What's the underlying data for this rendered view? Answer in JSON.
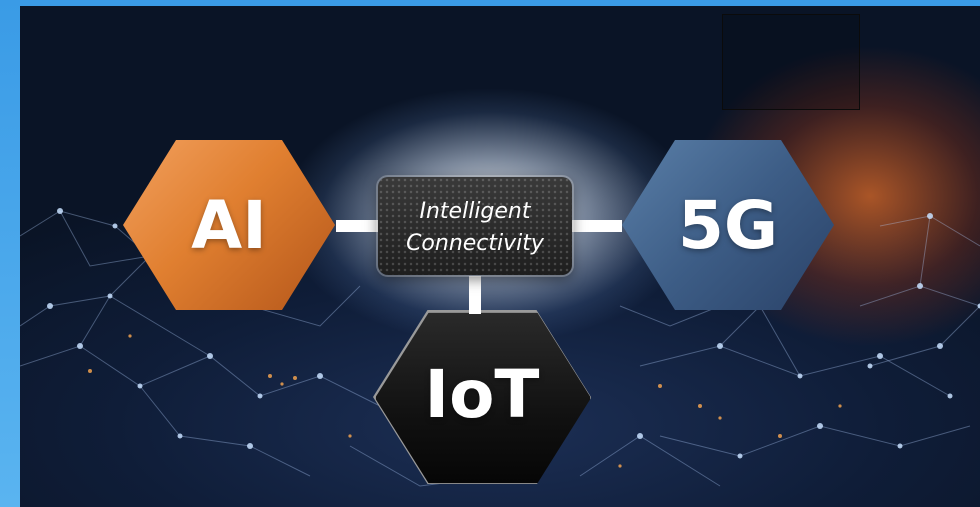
{
  "hexagons": {
    "ai": {
      "label": "AI"
    },
    "five_g": {
      "label": "5G"
    },
    "iot": {
      "label": "IoT"
    }
  },
  "center": {
    "line1": "Intelligent",
    "line2": "Connectivity"
  },
  "colors": {
    "ai_orange": "#e07f30",
    "five_g_blue": "#3d5d86",
    "iot_black": "#111111",
    "frame_blue": "#4aa8ec"
  }
}
